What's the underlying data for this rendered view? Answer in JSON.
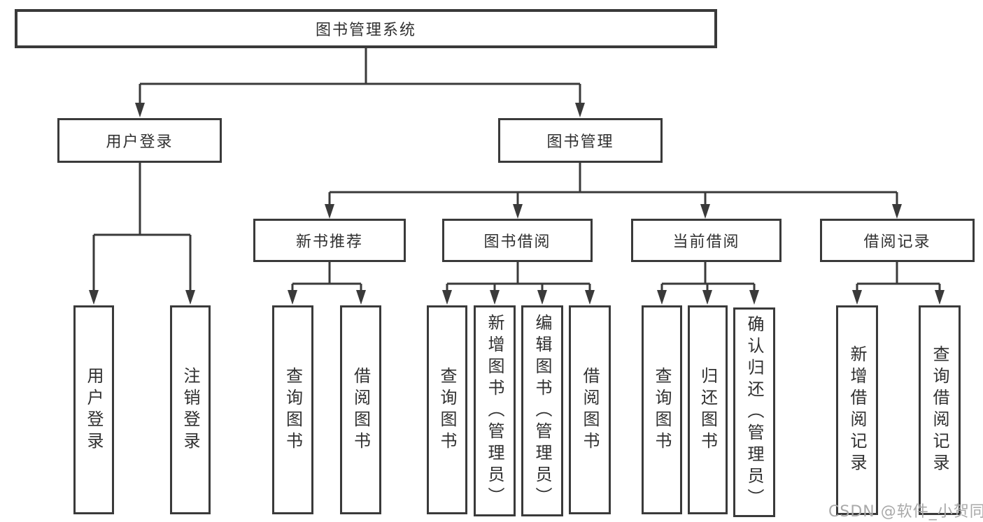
{
  "colors": {
    "background": "#ffffff",
    "line": "#3a3a3a",
    "box_border": "#3a3a3a",
    "box_fill": "#ffffff",
    "text": "#303030",
    "watermark": "#a9a9a9"
  },
  "watermark": {
    "text": "CSDN @软件_小贺同学"
  },
  "diagram": {
    "type": "tree",
    "root": {
      "label": "图书管理系统"
    },
    "branches": [
      {
        "label": "用户登录",
        "children": [
          "用户登录",
          "注销登录"
        ]
      },
      {
        "label": "图书管理",
        "groups": [
          {
            "label": "新书推荐",
            "children": [
              "查询图书",
              "借阅图书"
            ]
          },
          {
            "label": "图书借阅",
            "children": [
              "查询图书",
              "新增图书（管理员）",
              "编辑图书（管理员）",
              "借阅图书"
            ]
          },
          {
            "label": "当前借阅",
            "children": [
              "查询图书",
              "归还图书",
              "确认归还（管理员）"
            ]
          },
          {
            "label": "借阅记录",
            "children": [
              "新增借阅记录",
              "查询借阅记录"
            ]
          }
        ]
      }
    ]
  }
}
